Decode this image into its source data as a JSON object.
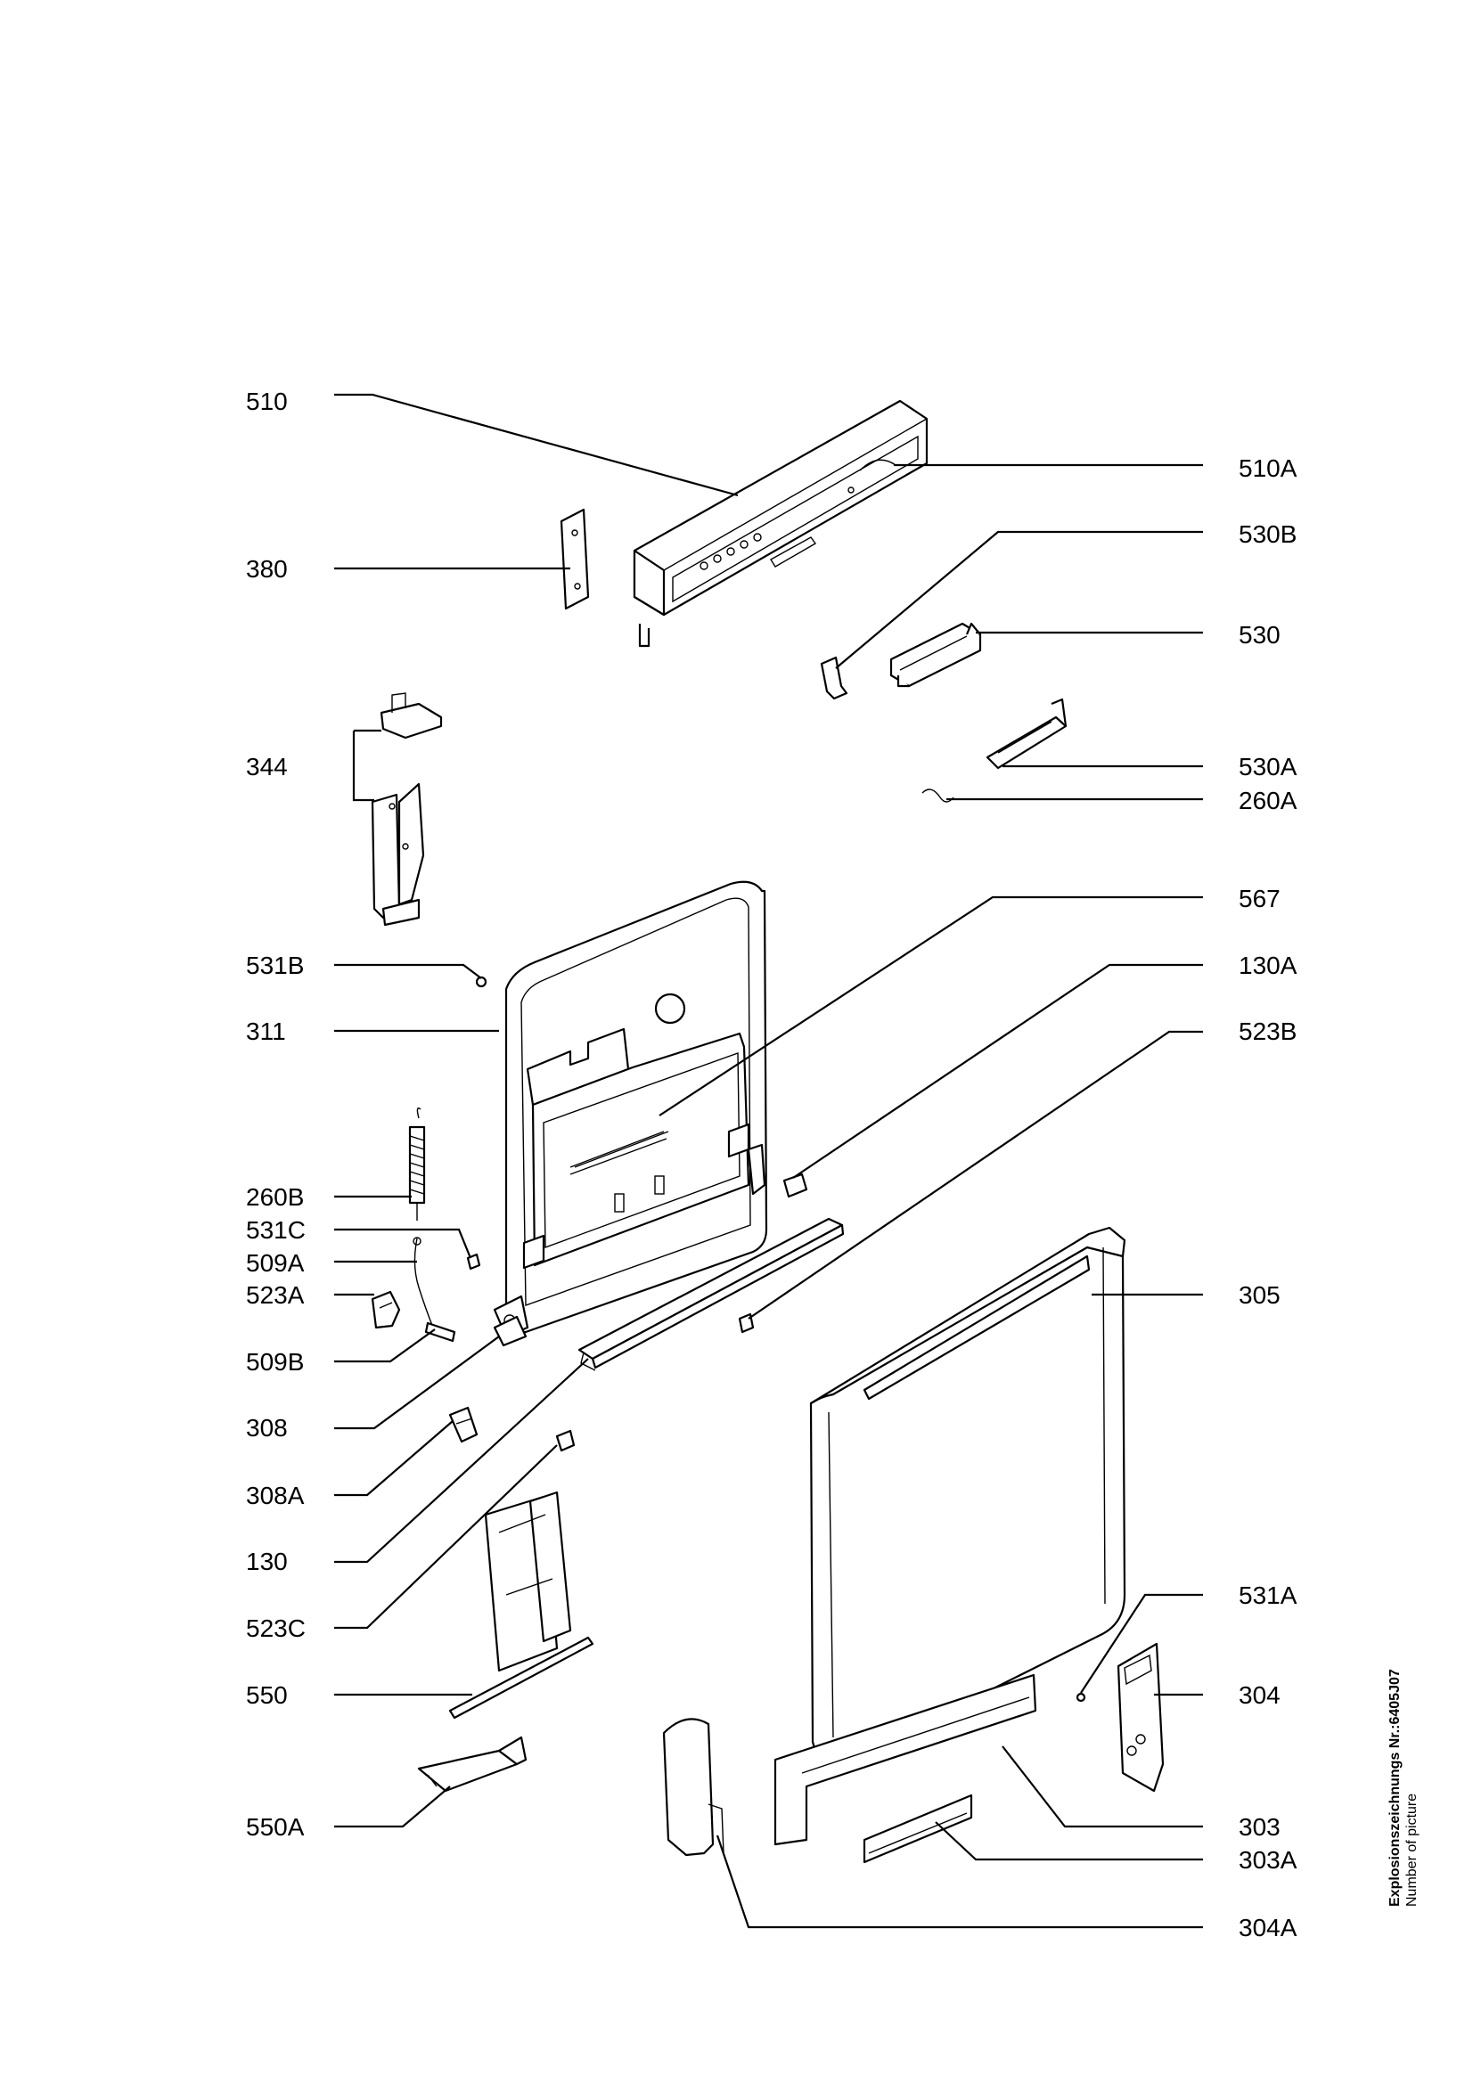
{
  "labels": {
    "l510": "510",
    "l510A": "510A",
    "l380": "380",
    "l530B": "530B",
    "l530": "530",
    "l344": "344",
    "l530A": "530A",
    "l260A": "260A",
    "l567": "567",
    "l531B": "531B",
    "l130A": "130A",
    "l311": "311",
    "l523B": "523B",
    "l260B": "260B",
    "l531C": "531C",
    "l509A": "509A",
    "l523A": "523A",
    "l305": "305",
    "l509B": "509B",
    "l308": "308",
    "l308A": "308A",
    "l130": "130",
    "l523C": "523C",
    "l531A": "531A",
    "l550": "550",
    "l304": "304",
    "l550A": "550A",
    "l303": "303",
    "l303A": "303A",
    "l304A": "304A"
  },
  "caption": {
    "line1": "Explosionszeichnungs Nr.:6405J07",
    "line2": "Number of picture"
  }
}
